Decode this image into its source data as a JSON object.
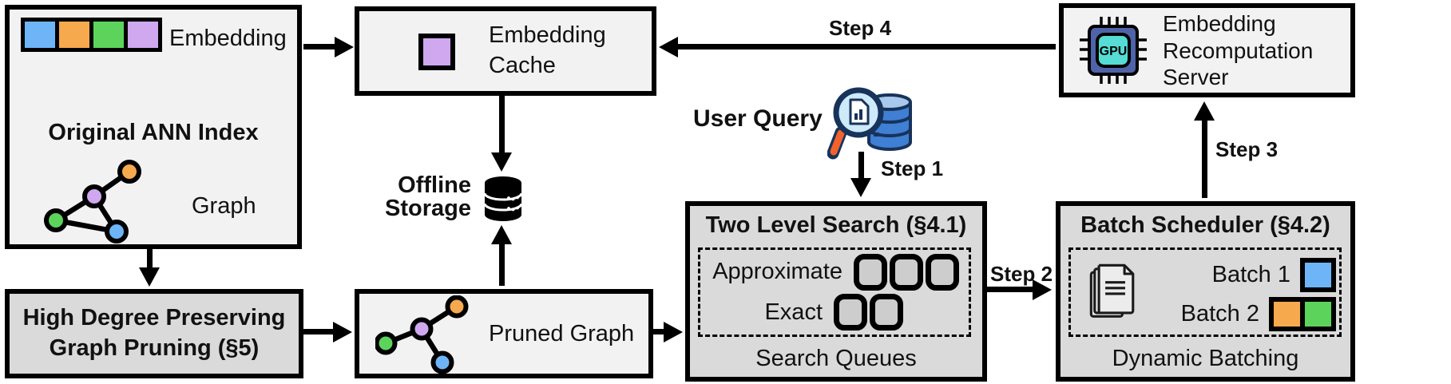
{
  "colors": {
    "blue": "#6eb5f7",
    "orange": "#f7a94e",
    "green": "#5cd45c",
    "purple": "#cfa8ef",
    "box_light": "#f2f2f2",
    "box_dark": "#dadada",
    "queue_fill": "#cdcdcd",
    "db_blue": "#3f7fd4",
    "db_blue_top": "#a9c9ec",
    "navy": "#17335a",
    "handle_orange": "#f2622e",
    "gpu_body": "#4f63a8",
    "gpu_core": "#55dcd4"
  },
  "boxes": {
    "original_index": {
      "embedding_label": "Embedding",
      "title": "Original ANN Index",
      "graph_label": "Graph"
    },
    "embedding_cache": {
      "label": "Embedding\nCache"
    },
    "offline_storage": {
      "label": "Offline\nStorage"
    },
    "graph_pruning": {
      "label": "High Degree Preserving\nGraph Pruning (§5)"
    },
    "pruned_graph": {
      "label": "Pruned Graph"
    },
    "two_level_search": {
      "title": "Two Level Search (§4.1)",
      "approximate_label": "Approximate",
      "exact_label": "Exact",
      "caption": "Search Queues"
    },
    "batch_scheduler": {
      "title": "Batch Scheduler (§4.2)",
      "batch1_label": "Batch 1",
      "batch2_label": "Batch 2",
      "caption": "Dynamic Batching"
    },
    "recomputation_server": {
      "label": "Embedding\nRecomputation\nServer",
      "chip_label": "GPU"
    }
  },
  "user_query": {
    "label": "User Query"
  },
  "steps": {
    "step1": "Step 1",
    "step2": "Step 2",
    "step3": "Step 3",
    "step4": "Step 4"
  }
}
